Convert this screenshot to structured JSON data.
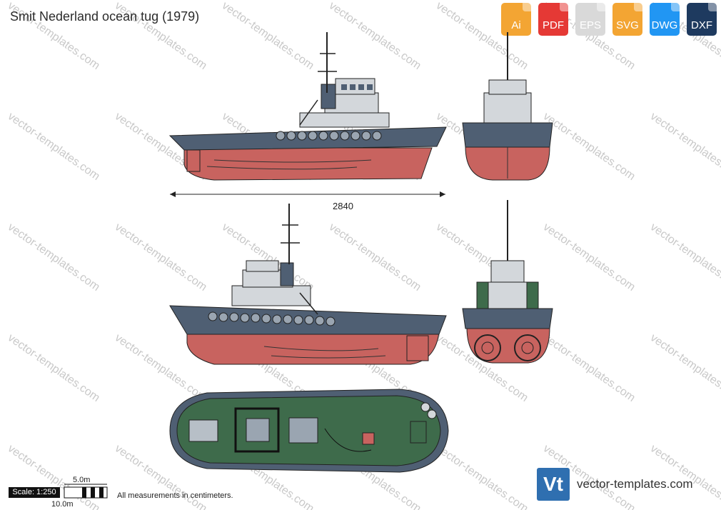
{
  "title": "Smit Nederland ocean tug (1979)",
  "formats": [
    {
      "label": "Ai",
      "color": "#f3a533",
      "icon": "ai-file-icon"
    },
    {
      "label": "PDF",
      "color": "#e53935",
      "icon": "pdf-file-icon"
    },
    {
      "label": "EPS",
      "color": "#e0e0e0",
      "icon": "eps-file-icon"
    },
    {
      "label": "SVG",
      "color": "#f3a533",
      "icon": "svg-file-icon"
    },
    {
      "label": "DWG",
      "color": "#2196f3",
      "icon": "dwg-file-icon"
    },
    {
      "label": "DXF",
      "color": "#1e3a5f",
      "icon": "dxf-file-icon"
    }
  ],
  "dimension_label": "2840",
  "measurement_note": "All measurements in centimeters.",
  "scale": {
    "label": "Scale: 1:250",
    "five": "5.0m",
    "ten": "10.0m"
  },
  "watermark": "vector-templates.com",
  "brand": {
    "logo_text": "Vt",
    "site": "vector-templates.com"
  },
  "colors": {
    "hull_red": "#c8635f",
    "hull_grey": "#4f5f73",
    "deck_green": "#3e6b4b",
    "superstructure": "#d3d7db"
  }
}
